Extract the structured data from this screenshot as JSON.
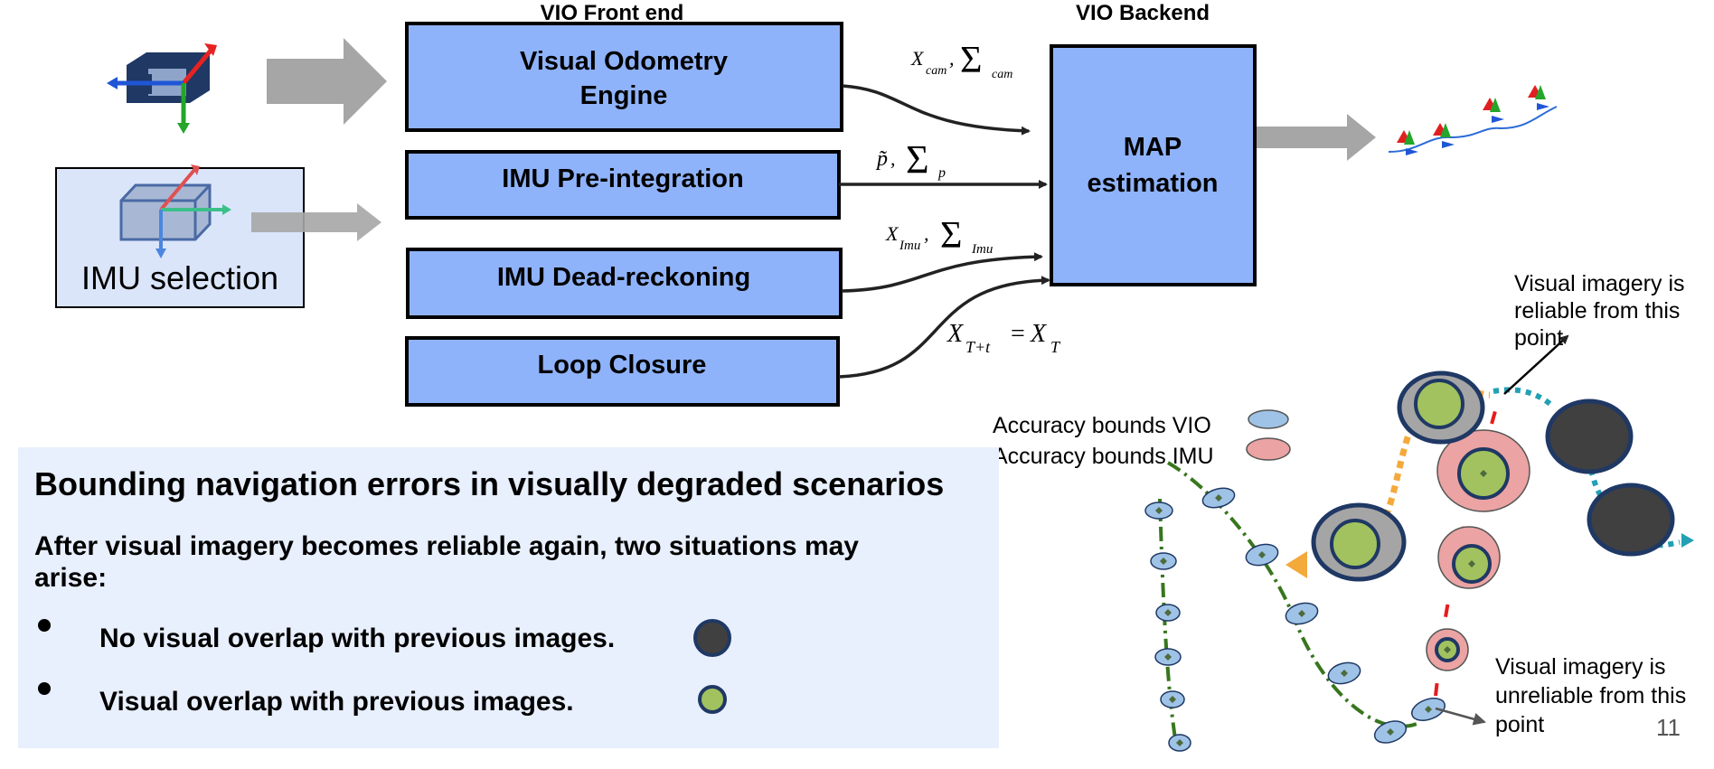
{
  "frontend": {
    "title": "VIO Front end",
    "boxes": [
      "Visual Odometry",
      "Engine",
      "IMU Pre-integration",
      "IMU Dead-reckoning",
      "Loop Closure"
    ]
  },
  "backend": {
    "title": "VIO Backend",
    "box_lines": [
      "MAP",
      "estimation"
    ]
  },
  "imu_selection": {
    "label": "IMU selection"
  },
  "edge_labels": {
    "cam_x": "X",
    "cam_x_sub": "cam",
    "cam_sigma": "Σ",
    "cam_sigma_sub": "cam",
    "pre_p": "p̃",
    "pre_sigma": "Σ",
    "pre_sigma_sub": "p",
    "imu_x": "X",
    "imu_x_sub": "Imu",
    "imu_sigma": "Σ",
    "imu_sigma_sub": "Imu",
    "loop_lhs": "X",
    "loop_lhs_sub": "T+t",
    "loop_eq": "=",
    "loop_rhs": "X",
    "loop_rhs_sub": "T"
  },
  "legend": {
    "vio": "Accuracy bounds VIO",
    "imu": "Accuracy bounds IMU"
  },
  "annotations": {
    "reliable": [
      "Visual imagery is",
      "reliable from this",
      "point"
    ],
    "unreliable": [
      "Visual imagery is",
      "unreliable from this",
      "point"
    ]
  },
  "panel": {
    "title": "Bounding navigation errors in visually degraded scenarios",
    "subtitle": "After visual imagery becomes reliable again, two situations may arise:",
    "bullets": [
      {
        "text": "No visual overlap with previous images.",
        "icon": "dark-circle-icon"
      },
      {
        "text": "Visual overlap with previous images.",
        "icon": "green-circle-icon"
      }
    ]
  },
  "page_number": "11",
  "colors": {
    "box_fill": "#8fb3fa",
    "panel_bg": "#e8effd",
    "vio_ellipse": "#9fc3e6",
    "imu_ellipse": "#eba3a3",
    "dark_node": "#404040",
    "green_node": "#a1c25f",
    "node_stroke": "#1f3864",
    "arrow_gray": "#a6a6a6"
  }
}
